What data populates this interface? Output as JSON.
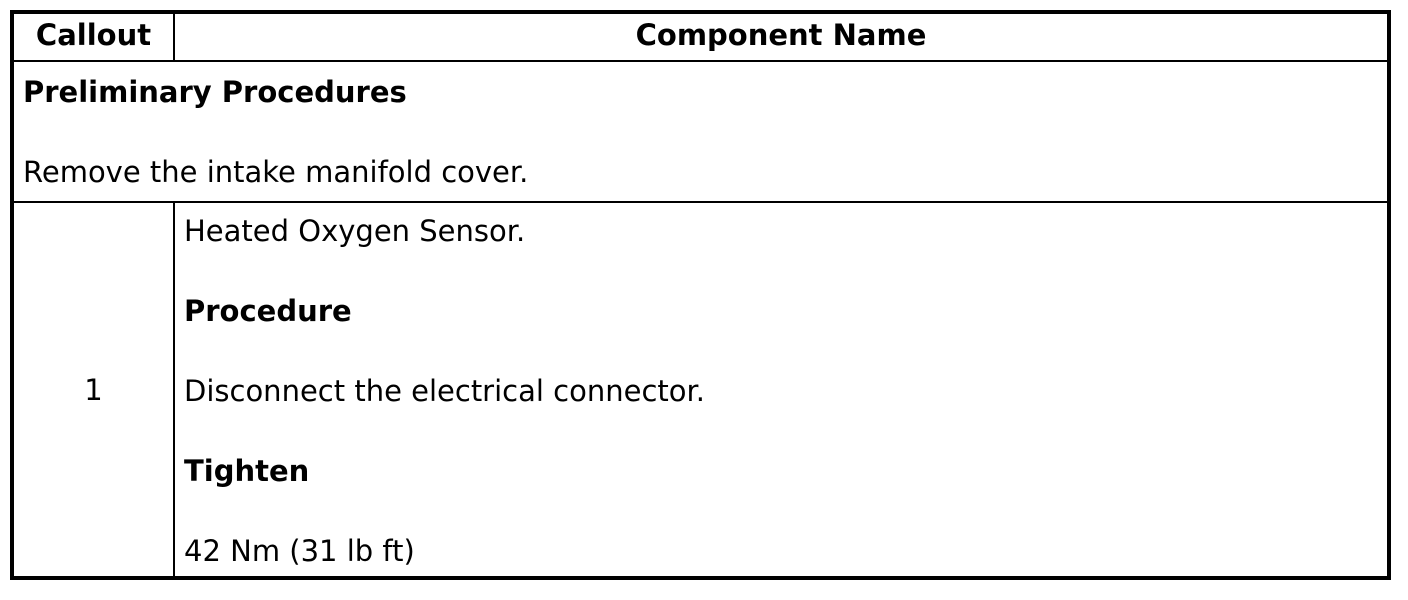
{
  "colors": {
    "background": "#ffffff",
    "border": "#000000",
    "text": "#000000"
  },
  "table": {
    "headers": [
      {
        "label": "Callout"
      },
      {
        "label": "Component Name"
      }
    ],
    "preliminary": {
      "title": "Preliminary Procedures",
      "instruction": "Remove the intake manifold cover."
    },
    "rows": [
      {
        "callout": "1",
        "component_name": "Heated Oxygen Sensor.",
        "procedure_label": "Procedure",
        "procedure_text": "Disconnect the electrical connector.",
        "tighten_label": "Tighten",
        "torque_spec": "42 Nm (31 lb ft)"
      }
    ]
  }
}
